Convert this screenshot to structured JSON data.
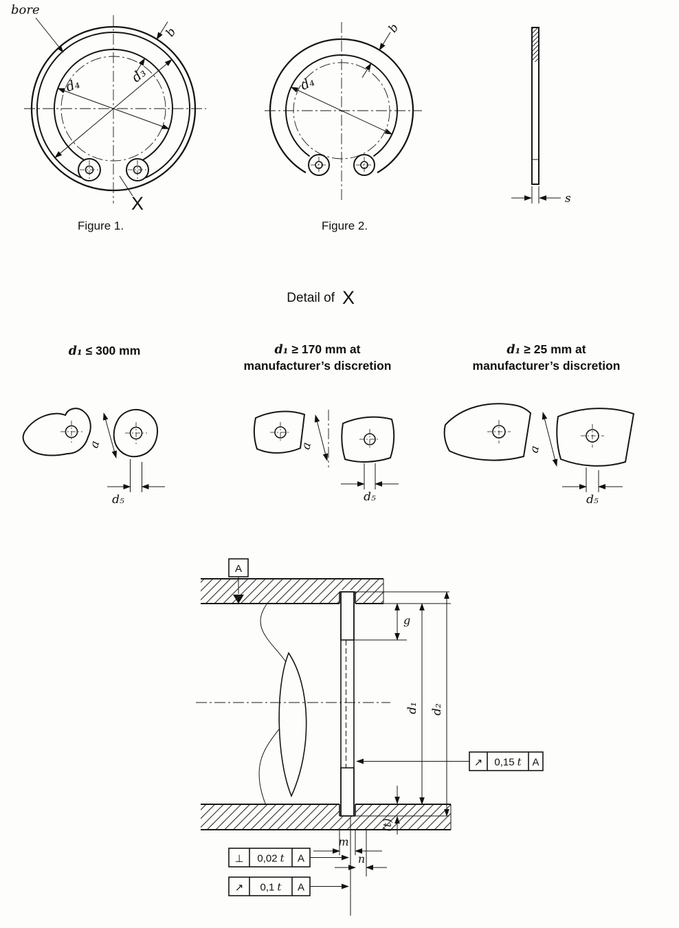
{
  "figure1": {
    "caption": "Figure 1.",
    "bore": "bore",
    "d4": "d₄",
    "d3": "d₃",
    "b": "b",
    "x_marker": "X"
  },
  "figure2": {
    "caption": "Figure 2.",
    "d4": "d₄",
    "b": "b"
  },
  "side_view": {
    "s": "s"
  },
  "detail": {
    "title": "Detail of",
    "marker": "X",
    "variants": [
      {
        "d": "d₁",
        "condition": "≤  300 mm",
        "condition2": "",
        "a": "a",
        "d5": "d₅"
      },
      {
        "d": "d₁",
        "condition": "≥ 170 mm at",
        "condition2": "manufacturer’s discretion",
        "a": "a",
        "d5": "d₅"
      },
      {
        "d": "d₁",
        "condition": "≥ 25 mm at",
        "condition2": "manufacturer’s discretion",
        "a": "a",
        "d5": "d₅"
      }
    ]
  },
  "section": {
    "datum": "A",
    "g": "g",
    "d1": "d₁",
    "d2": "d₂",
    "t": "(t)",
    "m": "m",
    "n": "n",
    "fcf": [
      {
        "symbol": "↗",
        "value": "0,15",
        "suffix": "t",
        "datum": "A"
      },
      {
        "symbol": "⊥",
        "value": "0,02",
        "suffix": "t",
        "datum": "A"
      },
      {
        "symbol": "↗",
        "value": "0,1",
        "suffix": "t",
        "datum": "A"
      }
    ]
  }
}
